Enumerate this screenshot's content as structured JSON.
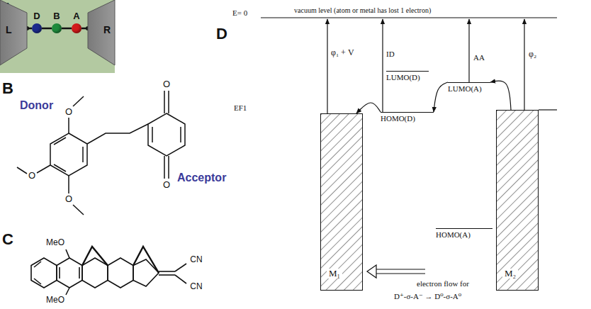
{
  "diagram": {
    "nodes": [
      {
        "text": [
          "L"
        ]
      },
      {
        "text": [
          "D"
        ]
      },
      {
        "text": [
          "B"
        ]
      },
      {
        "text": [
          "A"
        ]
      },
      {
        "text": [
          "R"
        ]
      },
      {
        "text": [
          "LUMO(D)"
        ]
      },
      {
        "text": [
          "HOMO(D)"
        ]
      },
      {
        "text": [
          "LUMO(A)"
        ]
      },
      {
        "text": [
          "HOMO(A)"
        ]
      },
      {
        "text": [
          "M₁"
        ]
      },
      {
        "text": [
          "M₂"
        ]
      }
    ],
    "edges": [
      {
        "from": 0,
        "to": 1,
        "arrow": "none"
      },
      {
        "from": 1,
        "to": 2,
        "arrow": "none"
      },
      {
        "from": 2,
        "to": 3,
        "arrow": "none"
      },
      {
        "from": 3,
        "to": 4,
        "arrow": "none"
      },
      {
        "from": 7,
        "to": 6,
        "arrow": "to"
      },
      {
        "from": 6,
        "to": 9,
        "arrow": "to"
      },
      {
        "from": 10,
        "to": 7,
        "arrow": "to"
      }
    ],
    "labels": [
      "A",
      "B",
      "C",
      "D",
      "Donor",
      "Acceptor",
      "O",
      "O",
      "O",
      "O",
      "O",
      "MeO",
      "MeO",
      "CN",
      "CN",
      "E= 0",
      "vacuum level (atom or metal has lost 1 electron)",
      "φ₁ + V",
      "ID",
      "AA",
      "φ₂",
      "EF1",
      "electron flow for",
      "D⁺-σ-A⁻ → D⁰-σ-A⁰"
    ]
  }
}
